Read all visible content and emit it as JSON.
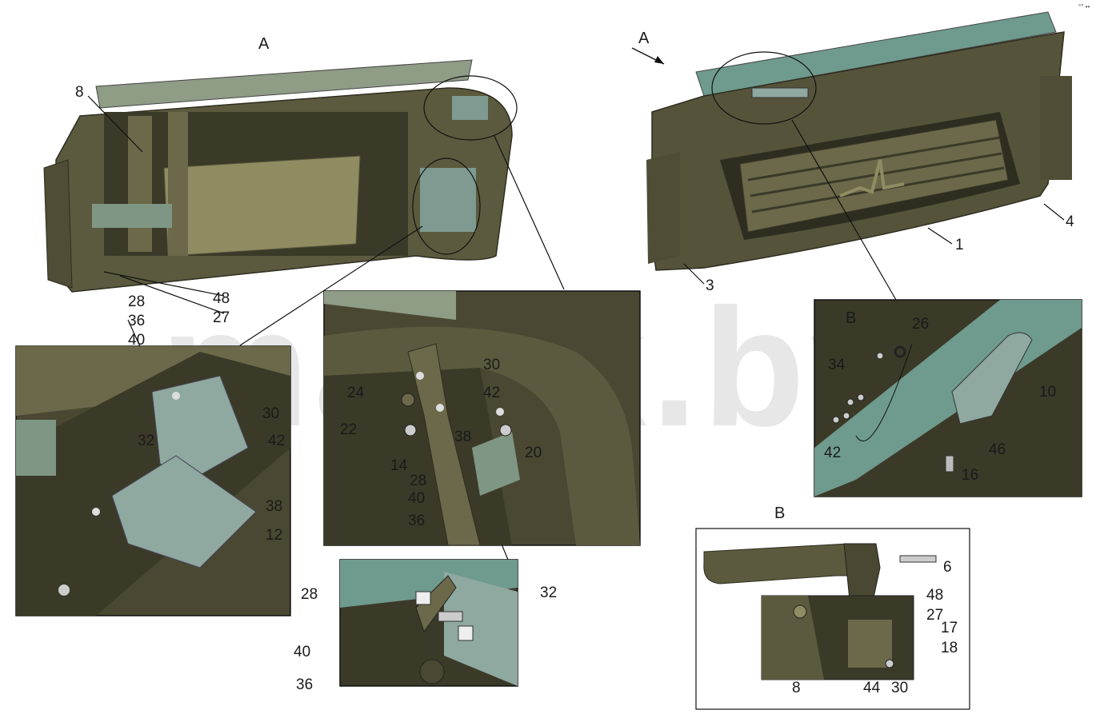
{
  "watermark": "mazik.by",
  "corner_mark": "°° ••",
  "views": {
    "left_title": "A",
    "right_title": "A",
    "detail_b_top": "B",
    "detail_b_bottom": "B"
  },
  "labels": {
    "l8": "8",
    "l48a": "48",
    "l27a": "27",
    "l28a": "28",
    "l36a": "36",
    "l40a": "40",
    "l30a": "30",
    "l32a": "32",
    "l42a": "42",
    "l38a": "38",
    "l12": "12",
    "l24": "24",
    "l22": "22",
    "l30b": "30",
    "l42b": "42",
    "l38b": "38",
    "l14": "14",
    "l28b": "28",
    "l40b": "40",
    "l36b": "36",
    "l20": "20",
    "l28c": "28",
    "l32b": "32",
    "l40c": "40",
    "l36c": "36",
    "l4": "4",
    "l1": "1",
    "l3": "3",
    "l26": "26",
    "l34": "34",
    "l42c": "42",
    "l10": "10",
    "l46": "46",
    "l16": "16",
    "l6": "6",
    "l48b": "48",
    "l27b": "27",
    "l17": "17",
    "l18": "18",
    "l8b": "8",
    "l44": "44",
    "l30c": "30"
  },
  "colors": {
    "body": "#5c5a3e",
    "body_dark": "#3b3a28",
    "panel": "#8f8c62",
    "plate": "#8fa8a0",
    "teal": "#6f9a8e",
    "frame": "#2a2a2a"
  }
}
